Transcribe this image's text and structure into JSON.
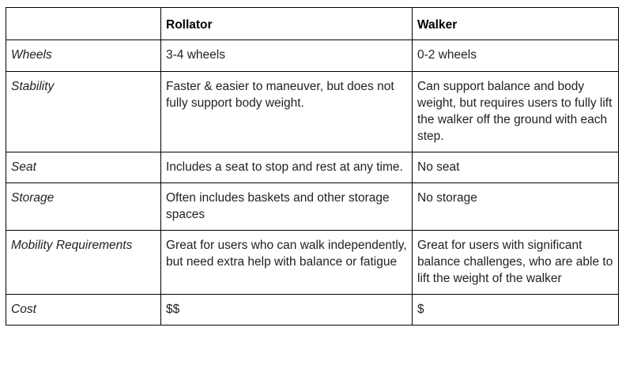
{
  "table": {
    "headers": [
      "",
      "Rollator",
      "Walker"
    ],
    "rows": [
      {
        "label": "Wheels",
        "rollator": "3-4 wheels",
        "walker": "0-2 wheels"
      },
      {
        "label": "Stability",
        "rollator": "Faster & easier to maneuver, but does not fully support body weight.",
        "walker": "Can support balance and body weight, but requires users to fully lift the walker off the ground with each step."
      },
      {
        "label": "Seat",
        "rollator": "Includes a seat to stop and rest at any time.",
        "walker": "No seat"
      },
      {
        "label": "Storage",
        "rollator": "Often includes baskets and other storage spaces",
        "walker": "No storage"
      },
      {
        "label": "Mobility Requirements",
        "rollator": "Great for users who can walk independently, but need extra help with balance or fatigue",
        "walker": "Great for users with significant balance challenges, who are able to lift the weight of the walker"
      },
      {
        "label": "Cost",
        "rollator": "$$",
        "walker": "$"
      }
    ]
  }
}
